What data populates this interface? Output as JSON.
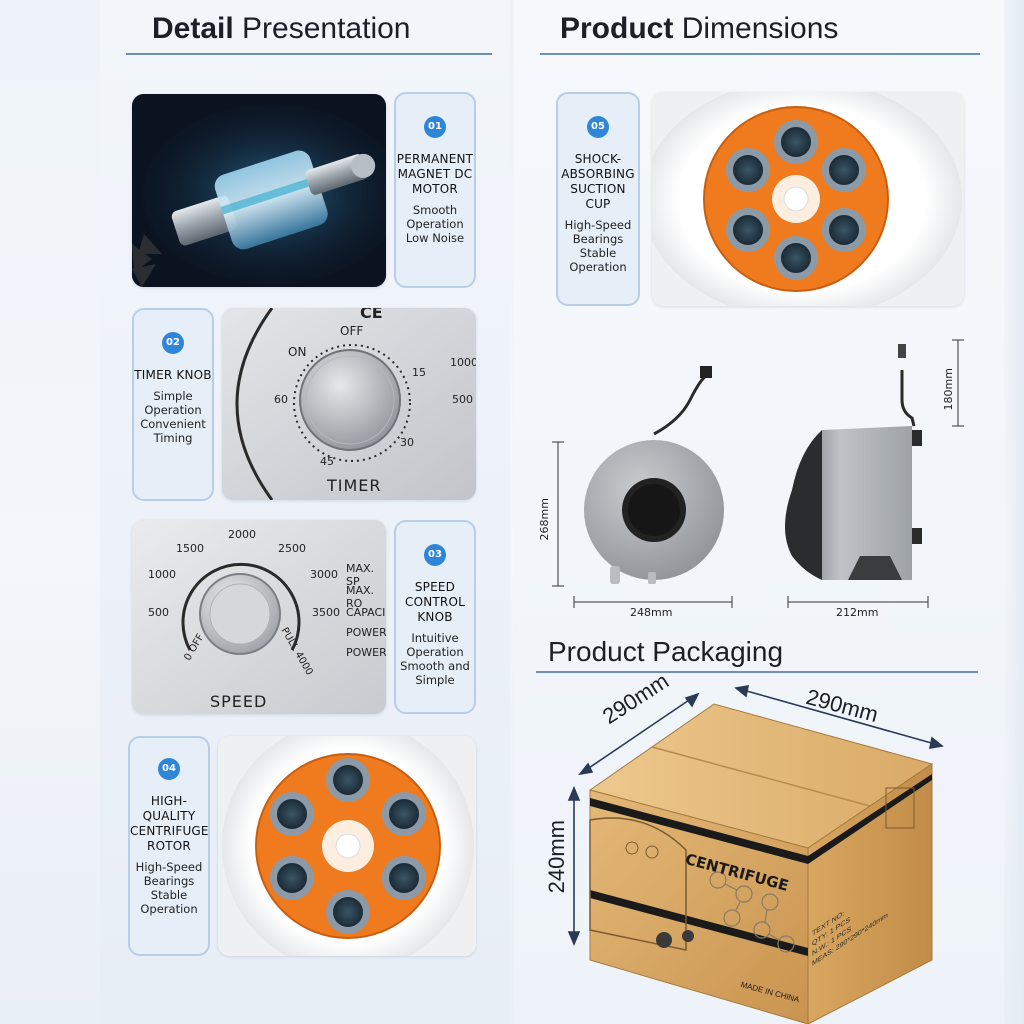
{
  "left_heading": {
    "bold": "Detail",
    "light": "Presentation"
  },
  "right_heading": {
    "bold": "Product",
    "light": "Dimensions"
  },
  "packaging_heading": "Product Packaging",
  "features": [
    {
      "number": "01",
      "title": "PERMANENT MAGNET DC MOTOR",
      "lines": [
        "Smooth",
        "Operation",
        "Low Noise"
      ]
    },
    {
      "number": "02",
      "title": "TIMER KNOB",
      "lines": [
        "Simple",
        "Operation",
        "Convenient",
        "Timing"
      ]
    },
    {
      "number": "03",
      "title": "SPEED CONTROL KNOB",
      "lines": [
        "Intuitive",
        "Operation",
        "Smooth and",
        "Simple"
      ]
    },
    {
      "number": "04",
      "title": "HIGH-QUALITY CENTRIFUGE ROTOR",
      "lines": [
        "High-Speed",
        "Bearings",
        "Stable",
        "Operation"
      ]
    },
    {
      "number": "05",
      "title": "SHOCK-ABSORBING SUCTION CUP",
      "lines": [
        "High-Speed",
        "Bearings",
        "Stable",
        "Operation"
      ]
    }
  ],
  "timer_dial": {
    "ce_mark": "CE",
    "label": "TIMER",
    "off": "OFF",
    "on": "ON",
    "t15": "15",
    "t30": "30",
    "t45": "45",
    "t60": "60",
    "right1": "1000",
    "right2": "500"
  },
  "speed_dial": {
    "label": "SPEED",
    "ticks": [
      "0 OFF",
      "500",
      "1000",
      "1500",
      "2000",
      "2500",
      "3000",
      "3500",
      "PULL 4000"
    ],
    "specs": [
      "MAX. SP",
      "MAX. RO",
      "CAPACI",
      "POWER",
      "POWER"
    ]
  },
  "dimensions": {
    "height_left": "268mm",
    "width_front": "248mm",
    "width_side": "212mm",
    "height_right": "180mm"
  },
  "packaging": {
    "depth": "290mm",
    "width": "290mm",
    "height": "240mm",
    "brand": "CENTRIFUGE",
    "footer": "MADE IN CHINA",
    "side_lines": [
      "TEXT NO:",
      "QTY: 1 PCS",
      "N.W.: 1 PCS",
      "MEAS: 290*290*240mm"
    ]
  },
  "colors": {
    "accent": "#2f86d8",
    "rotor_orange": "#f07a1e",
    "box_kraft": "#d9a865",
    "rule": "#6f8fb4"
  }
}
